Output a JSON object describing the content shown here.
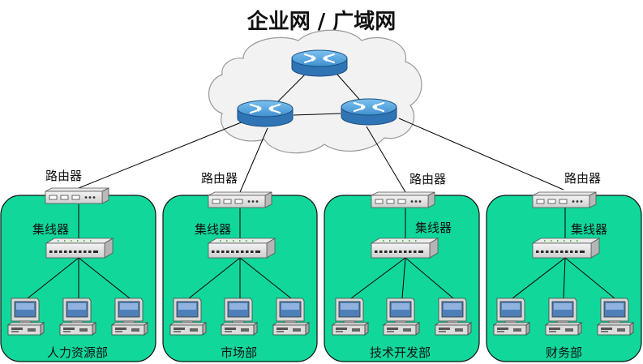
{
  "title": "企业网 / 广域网",
  "departments": [
    {
      "name": "人力资源部",
      "router_label": "路由器",
      "hub_label": "集线器"
    },
    {
      "name": "市场部",
      "router_label": "路由器",
      "hub_label": "集线器"
    },
    {
      "name": "技术开发部",
      "router_label": "路由器",
      "hub_label": "集线器"
    },
    {
      "name": "财务部",
      "router_label": "路由器",
      "hub_label": "集线器"
    }
  ],
  "colors": {
    "department_fill": "#11d79b",
    "cloud_fill": "#f2f2f2",
    "router_blue": "#3f8fd0",
    "line": "#000000"
  }
}
